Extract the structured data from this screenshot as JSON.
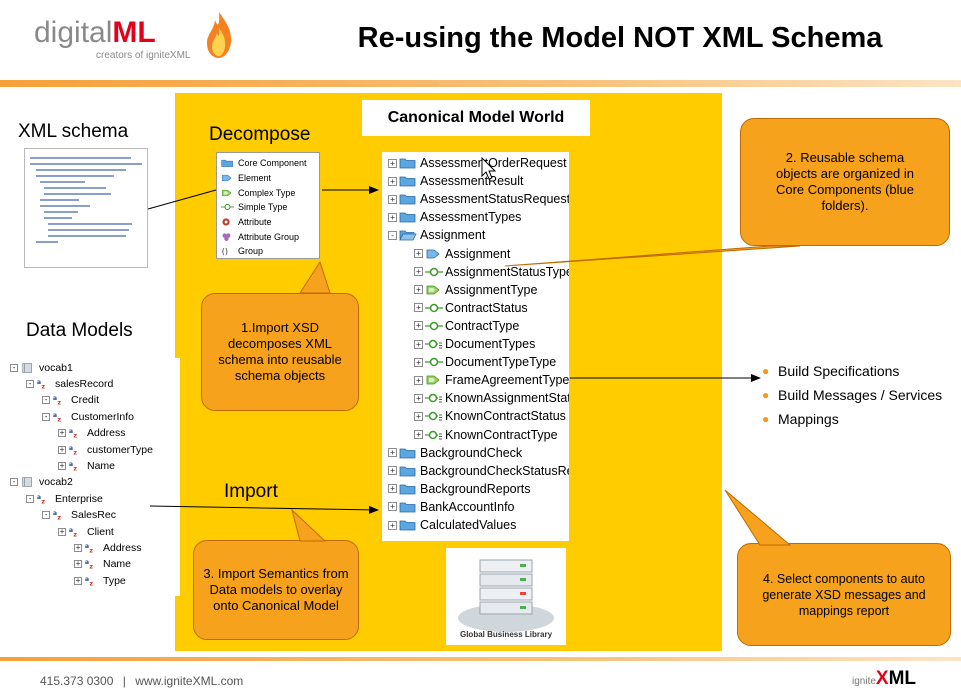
{
  "header": {
    "logo_digital": "digital",
    "logo_ml": "ML",
    "logo_tagline": "creators of igniteXML",
    "title": "Re-using the Model NOT XML Schema"
  },
  "canonical": {
    "title": "Canonical Model World"
  },
  "labels": {
    "xml_schema": "XML schema",
    "decompose": "Decompose",
    "data_models": "Data Models",
    "import": "Import"
  },
  "legend": {
    "items": [
      {
        "label": "Core Component",
        "icon": "folder-icon"
      },
      {
        "label": "Element",
        "icon": "element-icon"
      },
      {
        "label": "Complex Type",
        "icon": "complex-type-icon"
      },
      {
        "label": "Simple Type",
        "icon": "simple-type-icon"
      },
      {
        "label": "Attribute",
        "icon": "attribute-icon"
      },
      {
        "label": "Attribute Group",
        "icon": "attribute-group-icon"
      },
      {
        "label": "Group",
        "icon": "group-icon"
      }
    ]
  },
  "callouts": {
    "c1": "1.Import XSD decomposes XML schema into reusable schema objects",
    "c2": "2. Reusable schema objects are organized in Core Components (blue folders).",
    "c3": "3. Import Semantics from Data models to overlay onto Canonical Model",
    "c4": "4. Select components to auto generate XSD messages and mappings report"
  },
  "tree": {
    "rows": [
      {
        "label": "AssessmentOrderRequest",
        "level": 0,
        "icon": "folder",
        "pm": "+"
      },
      {
        "label": "AssessmentResult",
        "level": 0,
        "icon": "folder",
        "pm": "+"
      },
      {
        "label": "AssessmentStatusRequest",
        "level": 0,
        "icon": "folder",
        "pm": "+"
      },
      {
        "label": "AssessmentTypes",
        "level": 0,
        "icon": "folder",
        "pm": "+"
      },
      {
        "label": "Assignment",
        "level": 0,
        "icon": "folder-open",
        "pm": "-"
      },
      {
        "label": "Assignment",
        "level": 1,
        "icon": "element",
        "pm": "+"
      },
      {
        "label": "AssignmentStatusType",
        "level": 1,
        "icon": "simple",
        "pm": "+"
      },
      {
        "label": "AssignmentType",
        "level": 1,
        "icon": "complex",
        "pm": "+"
      },
      {
        "label": "ContractStatus",
        "level": 1,
        "icon": "simple",
        "pm": "+"
      },
      {
        "label": "ContractType",
        "level": 1,
        "icon": "simple",
        "pm": "+"
      },
      {
        "label": "DocumentTypes",
        "level": 1,
        "icon": "simple-list",
        "pm": "+"
      },
      {
        "label": "DocumentTypeType",
        "level": 1,
        "icon": "simple",
        "pm": "+"
      },
      {
        "label": "FrameAgreementType",
        "level": 1,
        "icon": "complex",
        "pm": "+"
      },
      {
        "label": "KnownAssignmentStatus",
        "level": 1,
        "icon": "simple-list",
        "pm": "+"
      },
      {
        "label": "KnownContractStatus",
        "level": 1,
        "icon": "simple-list",
        "pm": "+"
      },
      {
        "label": "KnownContractType",
        "level": 1,
        "icon": "simple-list",
        "pm": "+"
      },
      {
        "label": "BackgroundCheck",
        "level": 0,
        "icon": "folder",
        "pm": "+"
      },
      {
        "label": "BackgroundCheckStatusRequest",
        "level": 0,
        "icon": "folder",
        "pm": "+"
      },
      {
        "label": "BackgroundReports",
        "level": 0,
        "icon": "folder",
        "pm": "+"
      },
      {
        "label": "BankAccountInfo",
        "level": 0,
        "icon": "folder",
        "pm": "+"
      },
      {
        "label": "CalculatedValues",
        "level": 0,
        "icon": "folder",
        "pm": "+"
      }
    ]
  },
  "data_models": {
    "rows": [
      {
        "label": "vocab1",
        "level": 0,
        "icon": "db"
      },
      {
        "label": "salesRecord",
        "level": 1,
        "icon": "az"
      },
      {
        "label": "Credit",
        "level": 2,
        "icon": "az"
      },
      {
        "label": "CustomerInfo",
        "level": 2,
        "icon": "az"
      },
      {
        "label": "Address",
        "level": 3,
        "icon": "az"
      },
      {
        "label": "customerType",
        "level": 3,
        "icon": "az"
      },
      {
        "label": "Name",
        "level": 3,
        "icon": "az"
      },
      {
        "label": "vocab2",
        "level": 0,
        "icon": "db"
      },
      {
        "label": "Enterprise",
        "level": 1,
        "icon": "az"
      },
      {
        "label": "SalesRec",
        "level": 2,
        "icon": "az"
      },
      {
        "label": "Client",
        "level": 3,
        "icon": "az"
      },
      {
        "label": "Address",
        "level": 4,
        "icon": "az"
      },
      {
        "label": "Name",
        "level": 4,
        "icon": "az"
      },
      {
        "label": "Type",
        "level": 4,
        "icon": "az"
      }
    ]
  },
  "gbl": {
    "caption": "Global Business Library"
  },
  "outputs": {
    "items": [
      "Build Specifications",
      "Build Messages / Services",
      "Mappings"
    ]
  },
  "footer": {
    "phone": "415.373 0300",
    "separator": "|",
    "website": "www.igniteXML.com",
    "logo_small": "ignite",
    "logo_x": "X",
    "logo_ml": "ML"
  },
  "colors": {
    "yellow": "#ffcc00",
    "callout": "#f7a21c",
    "accent_red": "#e2001a",
    "folder_blue": "#3d8fd1"
  }
}
